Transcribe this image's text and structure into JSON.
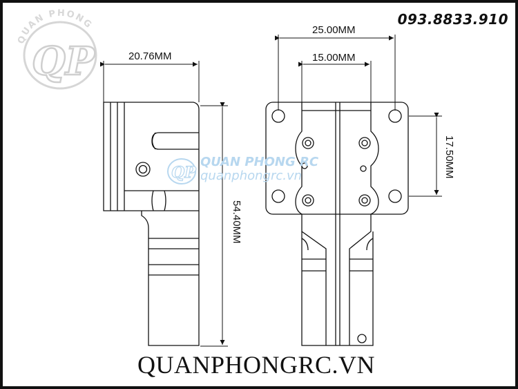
{
  "brand": {
    "phone": "093.8833.910",
    "footer": "QUANPHONGRC.VN",
    "logo_ring_text": "QUAN PHONG",
    "logo_letters": "QP",
    "watermark_title": "QUAN PHONG RC",
    "watermark_url": "quanphongrc.vn",
    "watermark_small": "QUAN PHONG"
  },
  "dimensions": {
    "width_side": "20.76MM",
    "height_side": "54.40MM",
    "outer_holes": "25.00MM",
    "inner_holes": "15.00MM",
    "vertical_holes": "17.50MM"
  },
  "colors": {
    "line": "#111111",
    "watermark": "#b7d7ef",
    "logo": "#d0d0d0"
  }
}
